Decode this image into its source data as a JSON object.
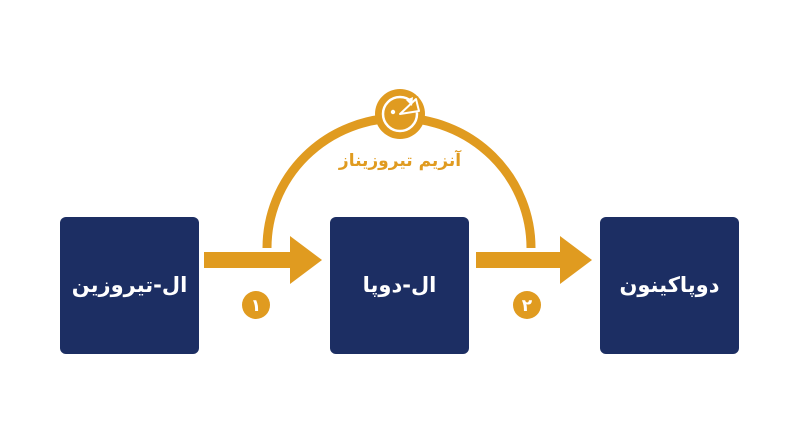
{
  "colors": {
    "box": "#1c2e63",
    "accent": "#e09b20",
    "box_text": "#ffffff",
    "background": "#ffffff"
  },
  "boxes": [
    {
      "label": "ال-تیروزین"
    },
    {
      "label": "ال-دوپا"
    },
    {
      "label": "دوپاکینون"
    }
  ],
  "enzyme": {
    "label": "آنزیم تیروزیناز",
    "icon": "enzyme-icon"
  },
  "steps": [
    {
      "number": "۱"
    },
    {
      "number": "۲"
    }
  ]
}
